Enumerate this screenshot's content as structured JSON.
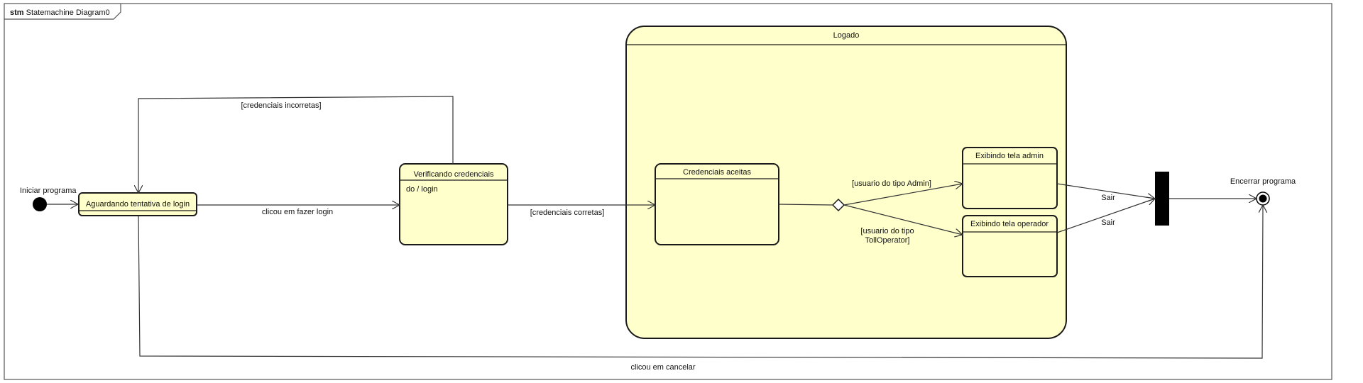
{
  "frame": {
    "keyword": "stm",
    "name": "Statemachine Diagram0"
  },
  "initial": {
    "label": "Iniciar programa"
  },
  "final": {
    "label": "Encerrar programa"
  },
  "states": {
    "aguardando": {
      "name": "Aguardando tentativa de login"
    },
    "verificando": {
      "name": "Verificando credenciais",
      "activity": "do / login"
    },
    "logado": {
      "name": "Logado"
    },
    "aceitas": {
      "name": "Credenciais aceitas"
    },
    "admin": {
      "name": "Exibindo tela admin"
    },
    "operador": {
      "name": "Exibindo tela operador"
    }
  },
  "transitions": {
    "fazer_login": "clicou em fazer login",
    "incorretas": "[credenciais incorretas]",
    "corretas": "[credenciais corretas]",
    "tipo_admin": "[usuario do tipo Admin]",
    "tipo_operador_1": "[usuario do tipo",
    "tipo_operador_2": "TollOperator]",
    "sair_admin": "Sair",
    "sair_operador": "Sair",
    "cancelar": "clicou em cancelar"
  },
  "colors": {
    "state_fill": "#ffffcc",
    "stroke": "#1a1a1a"
  }
}
